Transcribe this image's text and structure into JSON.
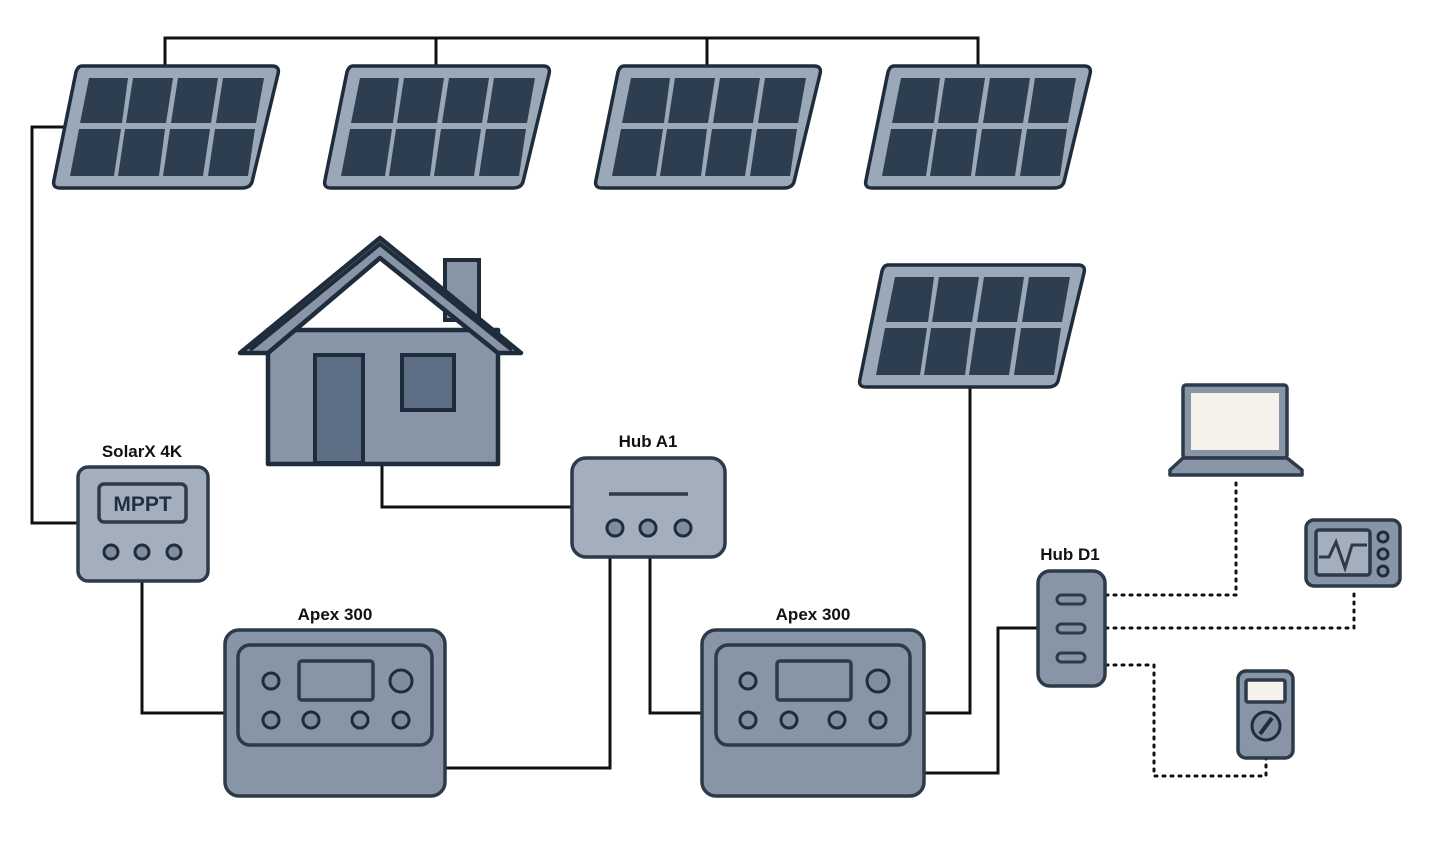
{
  "diagram": {
    "labels": {
      "solarx": "SolarX 4K",
      "mppt": "MPPT",
      "hub_a1": "Hub A1",
      "hub_d1": "Hub D1",
      "apex_left": "Apex 300",
      "apex_right": "Apex 300"
    },
    "colors": {
      "wire": "#111111",
      "device_fill": "#8795a6",
      "device_outline": "#2d3a4a",
      "solar_cell": "#2c3e50",
      "background": "#ffffff"
    },
    "icons": [
      "solar-panel-icon",
      "house-icon",
      "laptop-icon",
      "oscilloscope-icon",
      "multimeter-icon"
    ]
  }
}
